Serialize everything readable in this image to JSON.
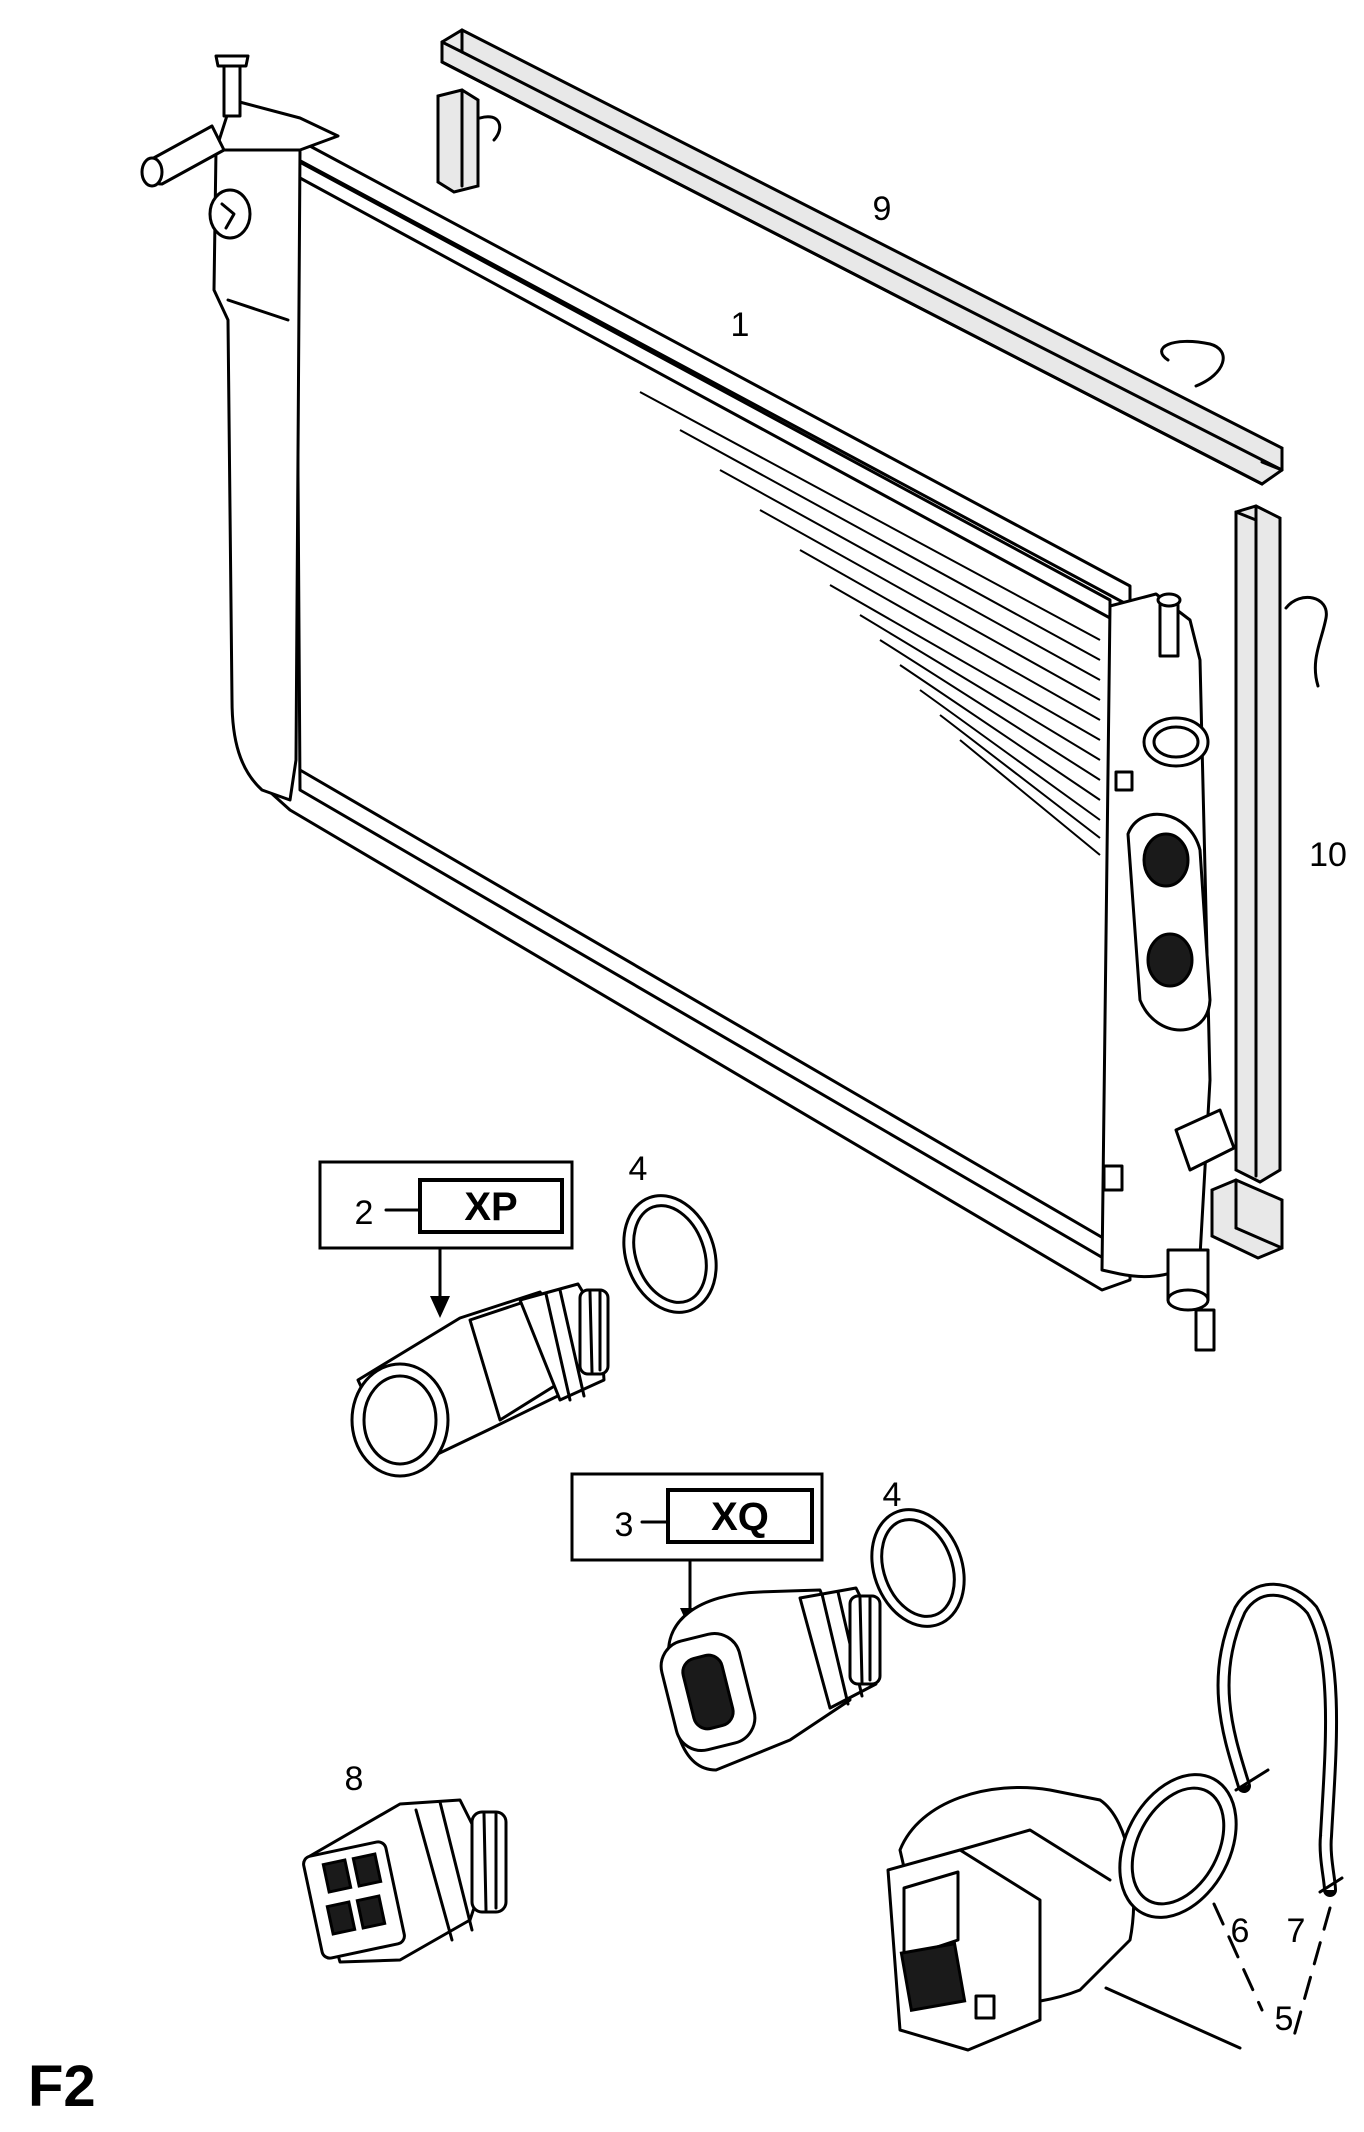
{
  "figure_label": "F2",
  "callouts": {
    "radiator": "1",
    "switch_xp": "2",
    "switch_xq": "3",
    "seal_upper": "4",
    "seal_lower": "4",
    "sensor": "5",
    "sensor_seal": "6",
    "retaining_clip": "7",
    "switch_small": "8",
    "top_strip": "9",
    "side_strip": "10"
  },
  "variant_tags": {
    "xp": "XP",
    "xq": "XQ"
  }
}
